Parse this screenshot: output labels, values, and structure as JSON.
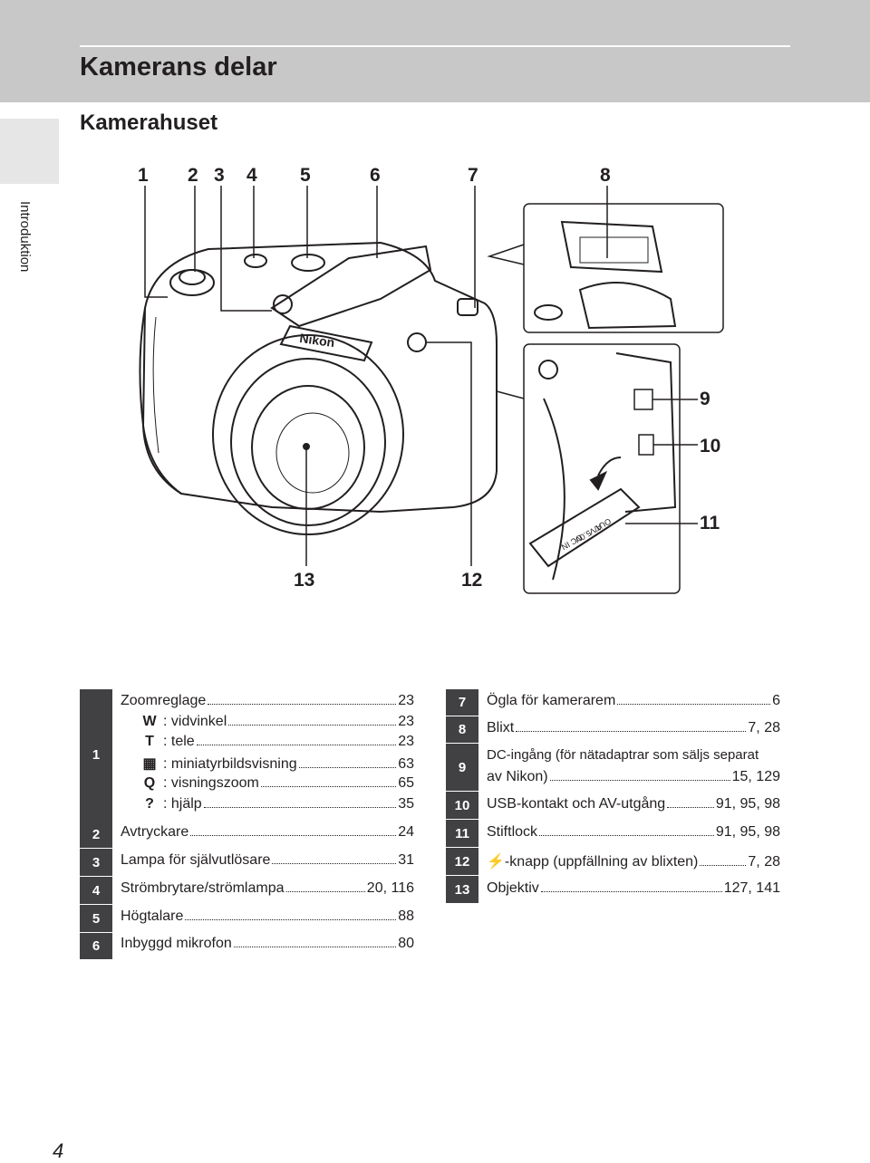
{
  "header": {
    "title": "Kamerans delar"
  },
  "side_tab": {
    "label": "Introduktion"
  },
  "section": {
    "title": "Kamerahuset"
  },
  "callouts": [
    "1",
    "2",
    "3",
    "4",
    "5",
    "6",
    "7",
    "8",
    "9",
    "10",
    "11",
    "12",
    "13"
  ],
  "camera_text": {
    "brand": "Nikon",
    "port_label_1": "DC IN",
    "port_label_2": "5.0V",
    "port_label_3": "A/V",
    "port_label_4": "OUT"
  },
  "left_table": {
    "row1": {
      "num": "1",
      "main": {
        "label": "Zoomreglage",
        "page": "23"
      },
      "subs": [
        {
          "icon": "W",
          "label": ": vidvinkel",
          "page": "23"
        },
        {
          "icon": "T",
          "label": ": tele",
          "page": "23"
        },
        {
          "icon": "▦",
          "label": ": miniatyrbildsvisning",
          "page": "63"
        },
        {
          "icon": "Q",
          "label": ": visningszoom",
          "page": "65"
        },
        {
          "icon": "?",
          "label": ": hjälp",
          "page": "35"
        }
      ]
    },
    "rows": [
      {
        "num": "2",
        "label": "Avtryckare",
        "page": "24"
      },
      {
        "num": "3",
        "label": "Lampa för självutlösare",
        "page": "31"
      },
      {
        "num": "4",
        "label": "Strömbrytare/strömlampa",
        "page": "20, 116"
      },
      {
        "num": "5",
        "label": "Högtalare",
        "page": "88"
      },
      {
        "num": "6",
        "label": "Inbyggd mikrofon",
        "page": "80"
      }
    ]
  },
  "right_table": {
    "rows": [
      {
        "num": "7",
        "label": "Ögla för kamerarem",
        "page": "6"
      },
      {
        "num": "8",
        "label": "Blixt",
        "page": "7, 28"
      },
      {
        "num": "9",
        "label": "DC-ingång (för nätadaptrar som säljs separat",
        "label2": "av Nikon)",
        "page": "15, 129"
      },
      {
        "num": "10",
        "label": "USB-kontakt och AV-utgång",
        "page": "91, 95, 98"
      },
      {
        "num": "11",
        "label": "Stiftlock",
        "page": "91, 95, 98"
      },
      {
        "num": "12",
        "icon": "⚡",
        "label": "-knapp (uppfällning av blixten)",
        "page": "7, 28"
      },
      {
        "num": "13",
        "label": "Objektiv",
        "page": "127, 141"
      }
    ]
  },
  "page_number": "4"
}
